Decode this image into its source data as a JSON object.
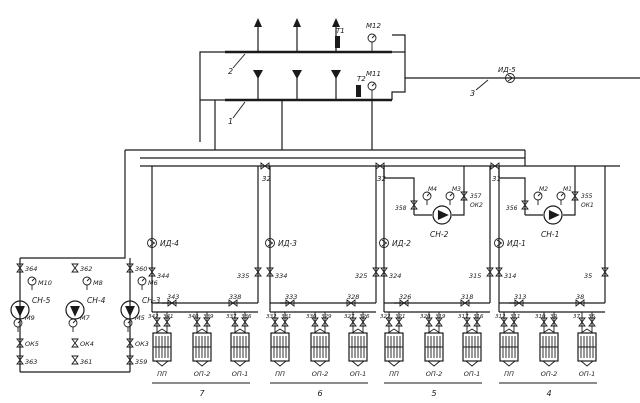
{
  "collectors": {
    "upper_number": "2",
    "lower_number": "1",
    "upper_sensor": "T1",
    "lower_sensor": "T2",
    "upper_gauge": "M12",
    "lower_gauge": "M11"
  },
  "external_line": {
    "number": "3",
    "pump_label": "ИД-5"
  },
  "distribution_valves": [
    "32",
    "32",
    "31"
  ],
  "bays": [
    {
      "number": "7",
      "pump": "ИД-4",
      "valve_left": "344",
      "valve_right": "335",
      "cross_valves": [
        "343",
        "338"
      ],
      "unit_valves": [
        "342",
        "341",
        "340",
        "339",
        "337",
        "336"
      ],
      "units": [
        "ПП",
        "ОП-2",
        "ОП-1"
      ]
    },
    {
      "number": "6",
      "pump": "ИД-3",
      "valve_left": "334",
      "valve_right": "325",
      "cross_valves": [
        "333",
        "328"
      ],
      "unit_valves": [
        "332",
        "331",
        "330",
        "329",
        "327",
        "326"
      ],
      "units": [
        "ПП",
        "ОП-2",
        "ОП-1"
      ]
    },
    {
      "number": "5",
      "pump": "ИД-2",
      "valve_left": "324",
      "valve_right": "315",
      "cross_valves": [
        "326",
        "318"
      ],
      "unit_valves": [
        "322",
        "321",
        "320",
        "319",
        "317",
        "316"
      ],
      "units": [
        "ПП",
        "ОП-2",
        "ОП-1"
      ]
    },
    {
      "number": "4",
      "pump": "ИД-1",
      "valve_left": "314",
      "valve_right": "35",
      "cross_valves": [
        "313",
        "38"
      ],
      "unit_valves": [
        "312",
        "311",
        "310",
        "39",
        "37",
        "36"
      ],
      "units": [
        "ПП",
        "ОП-2",
        "ОП-1"
      ]
    }
  ],
  "heating_pumps": [
    {
      "name": "СН-2",
      "valve_in": "358",
      "valve_out": "357",
      "check_valve": "ОК2",
      "gauge_in": "M4",
      "gauge_out": "M3"
    },
    {
      "name": "СН-1",
      "valve_in": "356",
      "valve_out": "355",
      "check_valve": "ОК1",
      "gauge_in": "M2",
      "gauge_out": "M1"
    }
  ],
  "network_pumps": [
    {
      "name": "СН-5",
      "valve_top": "364",
      "gauge_top": "M10",
      "gauge_bottom": "M9",
      "check_valve": "ОК5",
      "valve_bottom": "363"
    },
    {
      "name": "СН-4",
      "valve_top": "362",
      "gauge_top": "M8",
      "gauge_bottom": "M7",
      "check_valve": "ОК4",
      "valve_bottom": "361"
    },
    {
      "name": "СН-3",
      "valve_top": "360",
      "gauge_top": "M6",
      "gauge_bottom": "M5",
      "check_valve": "ОК3",
      "valve_bottom": "359"
    }
  ]
}
